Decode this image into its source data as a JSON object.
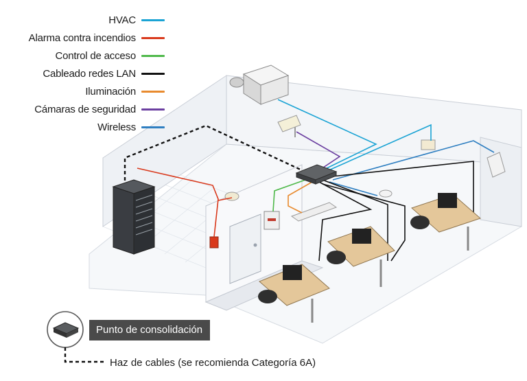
{
  "legend": [
    {
      "label": "HVAC",
      "color": "#1aa3d4"
    },
    {
      "label": "Alarma contra incendios",
      "color": "#d9391c"
    },
    {
      "label": "Control de acceso",
      "color": "#4db848"
    },
    {
      "label": "Cableado redes LAN",
      "color": "#111111"
    },
    {
      "label": "Iluminación",
      "color": "#e88a2e"
    },
    {
      "label": "Cámaras de seguridad",
      "color": "#6b3fa0"
    },
    {
      "label": "Wireless",
      "color": "#2f7fc1"
    }
  ],
  "consolidation_point": {
    "label": "Punto de consolidación"
  },
  "cable_bundle": {
    "label": "Haz de cables (se recomienda Categoría 6A)"
  },
  "colors": {
    "wall": "#f2f4f7",
    "wall_edge": "#c9ced6",
    "desk": "#e4c79a",
    "rack": "#3a3d42",
    "floor_grid": "#dfe4ea"
  }
}
